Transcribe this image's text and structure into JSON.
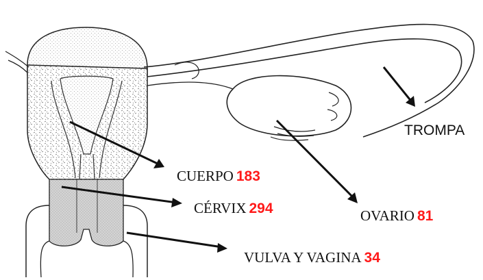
{
  "labels": {
    "trompa": {
      "name": "TROMPA"
    },
    "cuerpo": {
      "name": "CUERPO",
      "value": "183"
    },
    "cervix": {
      "name": "CÉRVIX",
      "value": "294"
    },
    "ovario": {
      "name": "OVARIO",
      "value": "81"
    },
    "vulva": {
      "name": "VULVA Y VAGINA",
      "value": "34"
    }
  },
  "colors": {
    "value_text": "#ff1a1a",
    "line": "#111111"
  },
  "icons": {
    "pointer": "arrow-icon"
  }
}
